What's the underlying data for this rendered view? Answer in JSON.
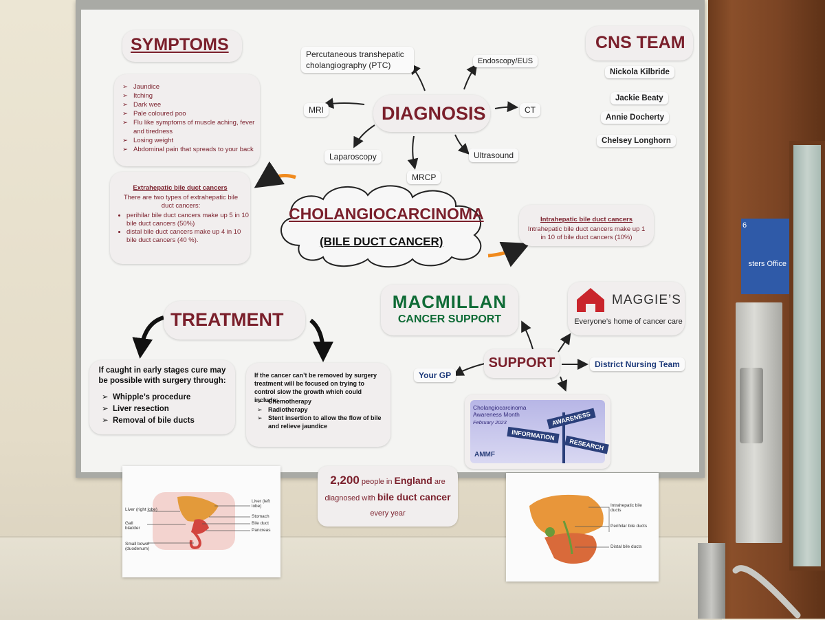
{
  "symptoms": {
    "title": "SYMPTOMS",
    "items": [
      "Jaundice",
      "Itching",
      "Dark wee",
      "Pale coloured poo",
      "Flu like symptoms of muscle aching, fever and tiredness",
      "Losing weight",
      "Abdominal pain that spreads to your back"
    ]
  },
  "diagnosis": {
    "title": "DIAGNOSIS",
    "ptc": "Percutaneous transhepatic cholangiography (PTC)",
    "endoscopy": "Endoscopy/EUS",
    "mri": "MRI",
    "ct": "CT",
    "laparoscopy": "Laparoscopy",
    "mrcp": "MRCP",
    "ultrasound": "Ultrasound"
  },
  "cns_team": {
    "title": "CNS TEAM",
    "members": [
      "Nickola Kilbride",
      "Jackie Beaty",
      "Annie Docherty",
      "Chelsey Longhorn"
    ]
  },
  "extrahepatic": {
    "title": "Extrahepatic bile duct cancers",
    "intro": "There are two types of extrahepatic bile duct cancers:",
    "items": [
      "perihilar bile duct cancers make up 5 in 10 bile duct cancers (50%)",
      "distal bile duct cancers make up 4 in 10 bile duct cancers (40 %)."
    ]
  },
  "center": {
    "title": "CHOLANGIOCARCINOMA",
    "subtitle": "(BILE DUCT CANCER)"
  },
  "intrahepatic": {
    "title": "Intrahepatic bile duct cancers",
    "body": "Intrahepatic bile duct cancers make up 1 in 10 of bile duct cancers (10%)"
  },
  "treatment": {
    "title": "TREATMENT",
    "early_intro": "If caught in early stages cure may be possible with surgery through:",
    "early_items": [
      "Whipple’s procedure",
      "Liver resection",
      "Removal of bile ducts"
    ],
    "late_intro": "If the cancer can’t be removed by surgery treatment will be focused on trying to control slow the growth which could include:",
    "late_items": [
      "Chemotherapy",
      "Radiotherapy",
      "Stent insertion to allow the flow of bile and relieve jaundice"
    ]
  },
  "support": {
    "title": "SUPPORT",
    "gp": "Your GP",
    "district": "District Nursing Team",
    "macmillan_line1": "MACMILLAN",
    "macmillan_line2": "CANCER SUPPORT",
    "maggies_name": "MAGGIE’S",
    "maggies_tagline": "Everyone’s home of cancer care",
    "poster_title": "Cholangiocarcinoma Awareness Month",
    "poster_date": "February 2023",
    "sign_awareness": "AWARENESS",
    "sign_information": "INFORMATION",
    "sign_research": "RESEARCH",
    "poster_logo": "AMMF"
  },
  "stat": {
    "number": "2,200",
    "t1": " people in ",
    "england": "England",
    "t2": " are diagnosed with ",
    "bdc": "bile duct cancer",
    "t3": " every year"
  },
  "diagram_left": {
    "liver_right": "Liver (right lobe)",
    "gall": "Gall bladder",
    "small_bowel": "Small bowel (duodenum)",
    "liver_left": "Liver (left lobe)",
    "stomach": "Stomach",
    "bile_duct": "Bile duct",
    "pancreas": "Pancreas"
  },
  "diagram_right": {
    "intra": "Intrahepatic bile ducts",
    "peri": "Perihilar bile ducts",
    "distal": "Distal bile ducts"
  },
  "door": {
    "number": "6",
    "office": "sters Office"
  },
  "colors": {
    "maroon": "#7a1f2b",
    "macmillan": "#0f6b36",
    "maggies": "#c9252c",
    "arrow": "#f08a1d"
  }
}
